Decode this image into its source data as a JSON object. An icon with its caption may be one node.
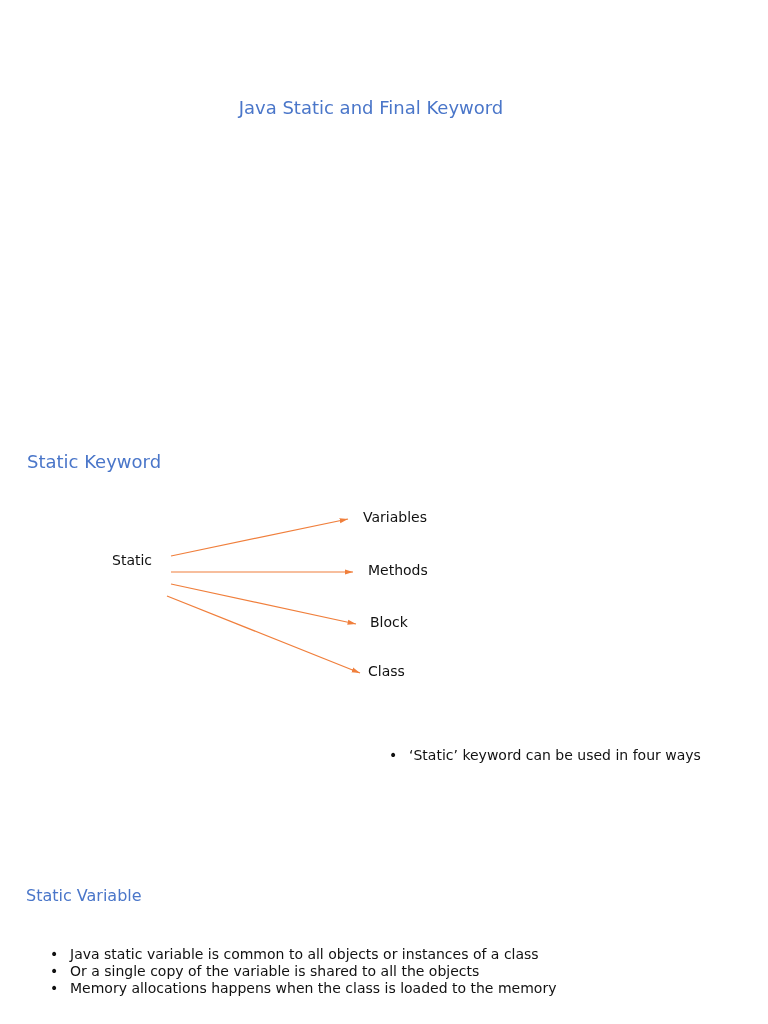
{
  "diagram": {
    "title": "Java Static and Final Keyword",
    "nodes": [
      {
        "text": [
          "Static"
        ]
      },
      {
        "text": [
          "Variables"
        ]
      },
      {
        "text": [
          "Methods"
        ]
      },
      {
        "text": [
          "Block"
        ]
      },
      {
        "text": [
          "Class"
        ]
      }
    ],
    "edges": [
      {
        "from": 0,
        "to": 1,
        "arrow": "to"
      },
      {
        "from": 0,
        "to": 2,
        "arrow": "to"
      },
      {
        "from": 0,
        "to": 3,
        "arrow": "to"
      },
      {
        "from": 0,
        "to": 4,
        "arrow": "to"
      }
    ],
    "labels": [
      "Static Keyword",
      "•",
      "‘Static’ keyword can be used in four ways",
      "Static Variable",
      "•",
      "Java static variable is common to all objects or instances of a class",
      "•",
      "Or a single copy of the variable is shared to all the objects",
      "•",
      "Memory allocations happens when the class is loaded to the memory"
    ]
  }
}
